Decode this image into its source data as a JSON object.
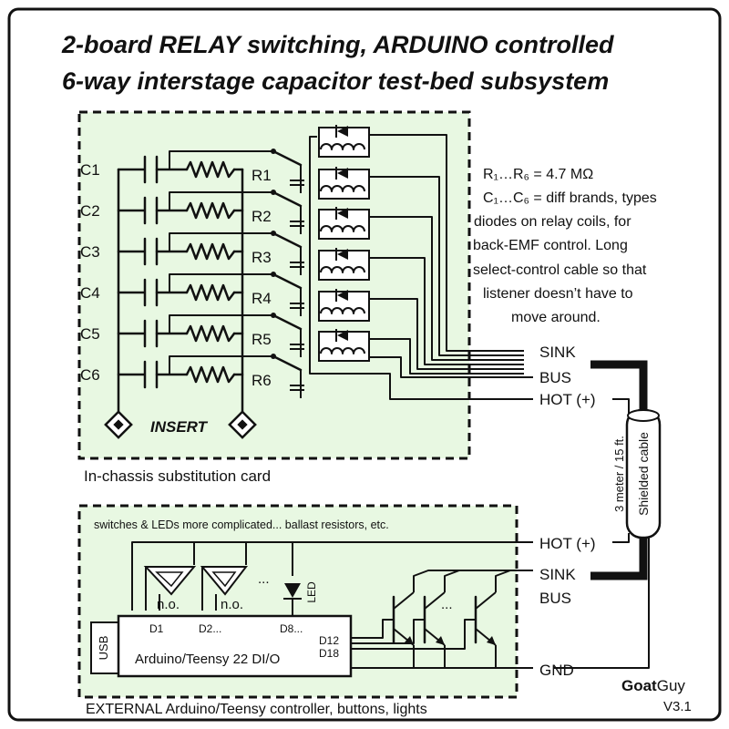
{
  "title": {
    "line1": "2-board RELAY switching, ARDUINO controlled",
    "line2": "6-way interstage capacitor test-bed subsystem"
  },
  "caps": [
    "C1",
    "C2",
    "C3",
    "C4",
    "C5",
    "C6"
  ],
  "resistors": [
    "R1",
    "R2",
    "R3",
    "R4",
    "R5",
    "R6"
  ],
  "insert_label": "INSERT",
  "card_caption": "In-chassis substitution card",
  "notes": {
    "line1": "R₁…R₆ = 4.7 MΩ",
    "line2": "C₁…C₆ = diff brands, types",
    "line3": "diodes on relay coils, for",
    "line4": "back-EMF control.  Long",
    "line5": "select-control cable so that",
    "line6": "listener doesn’t have to",
    "line7": "move around."
  },
  "signals": {
    "sink": "SINK",
    "bus": "BUS",
    "hot": "HOT (+)",
    "gnd": "GND"
  },
  "cable": {
    "length": "3 meter / 15 ft.",
    "label": "Shielded cable"
  },
  "controller": {
    "top_note": "switches & LEDs more complicated... ballast resistors, etc.",
    "usb": "USB",
    "board": "Arduino/Teensy 22 DI/O",
    "pins": {
      "d1": "D1",
      "d2": "D2...",
      "d8": "D8...",
      "d12": "D12",
      "d18": "D18"
    },
    "no1": "n.o.",
    "no2": "n.o.",
    "ellipsis1": "...",
    "ellipsis2": "...",
    "led": "LED",
    "caption": "EXTERNAL Arduino/Teensy controller, buttons, lights"
  },
  "credit": {
    "brand_bold": "Goat",
    "brand_rest": "Guy",
    "version": "V3.1"
  },
  "colors": {
    "card_fill": "#e8f8e2",
    "border": "#111111"
  }
}
